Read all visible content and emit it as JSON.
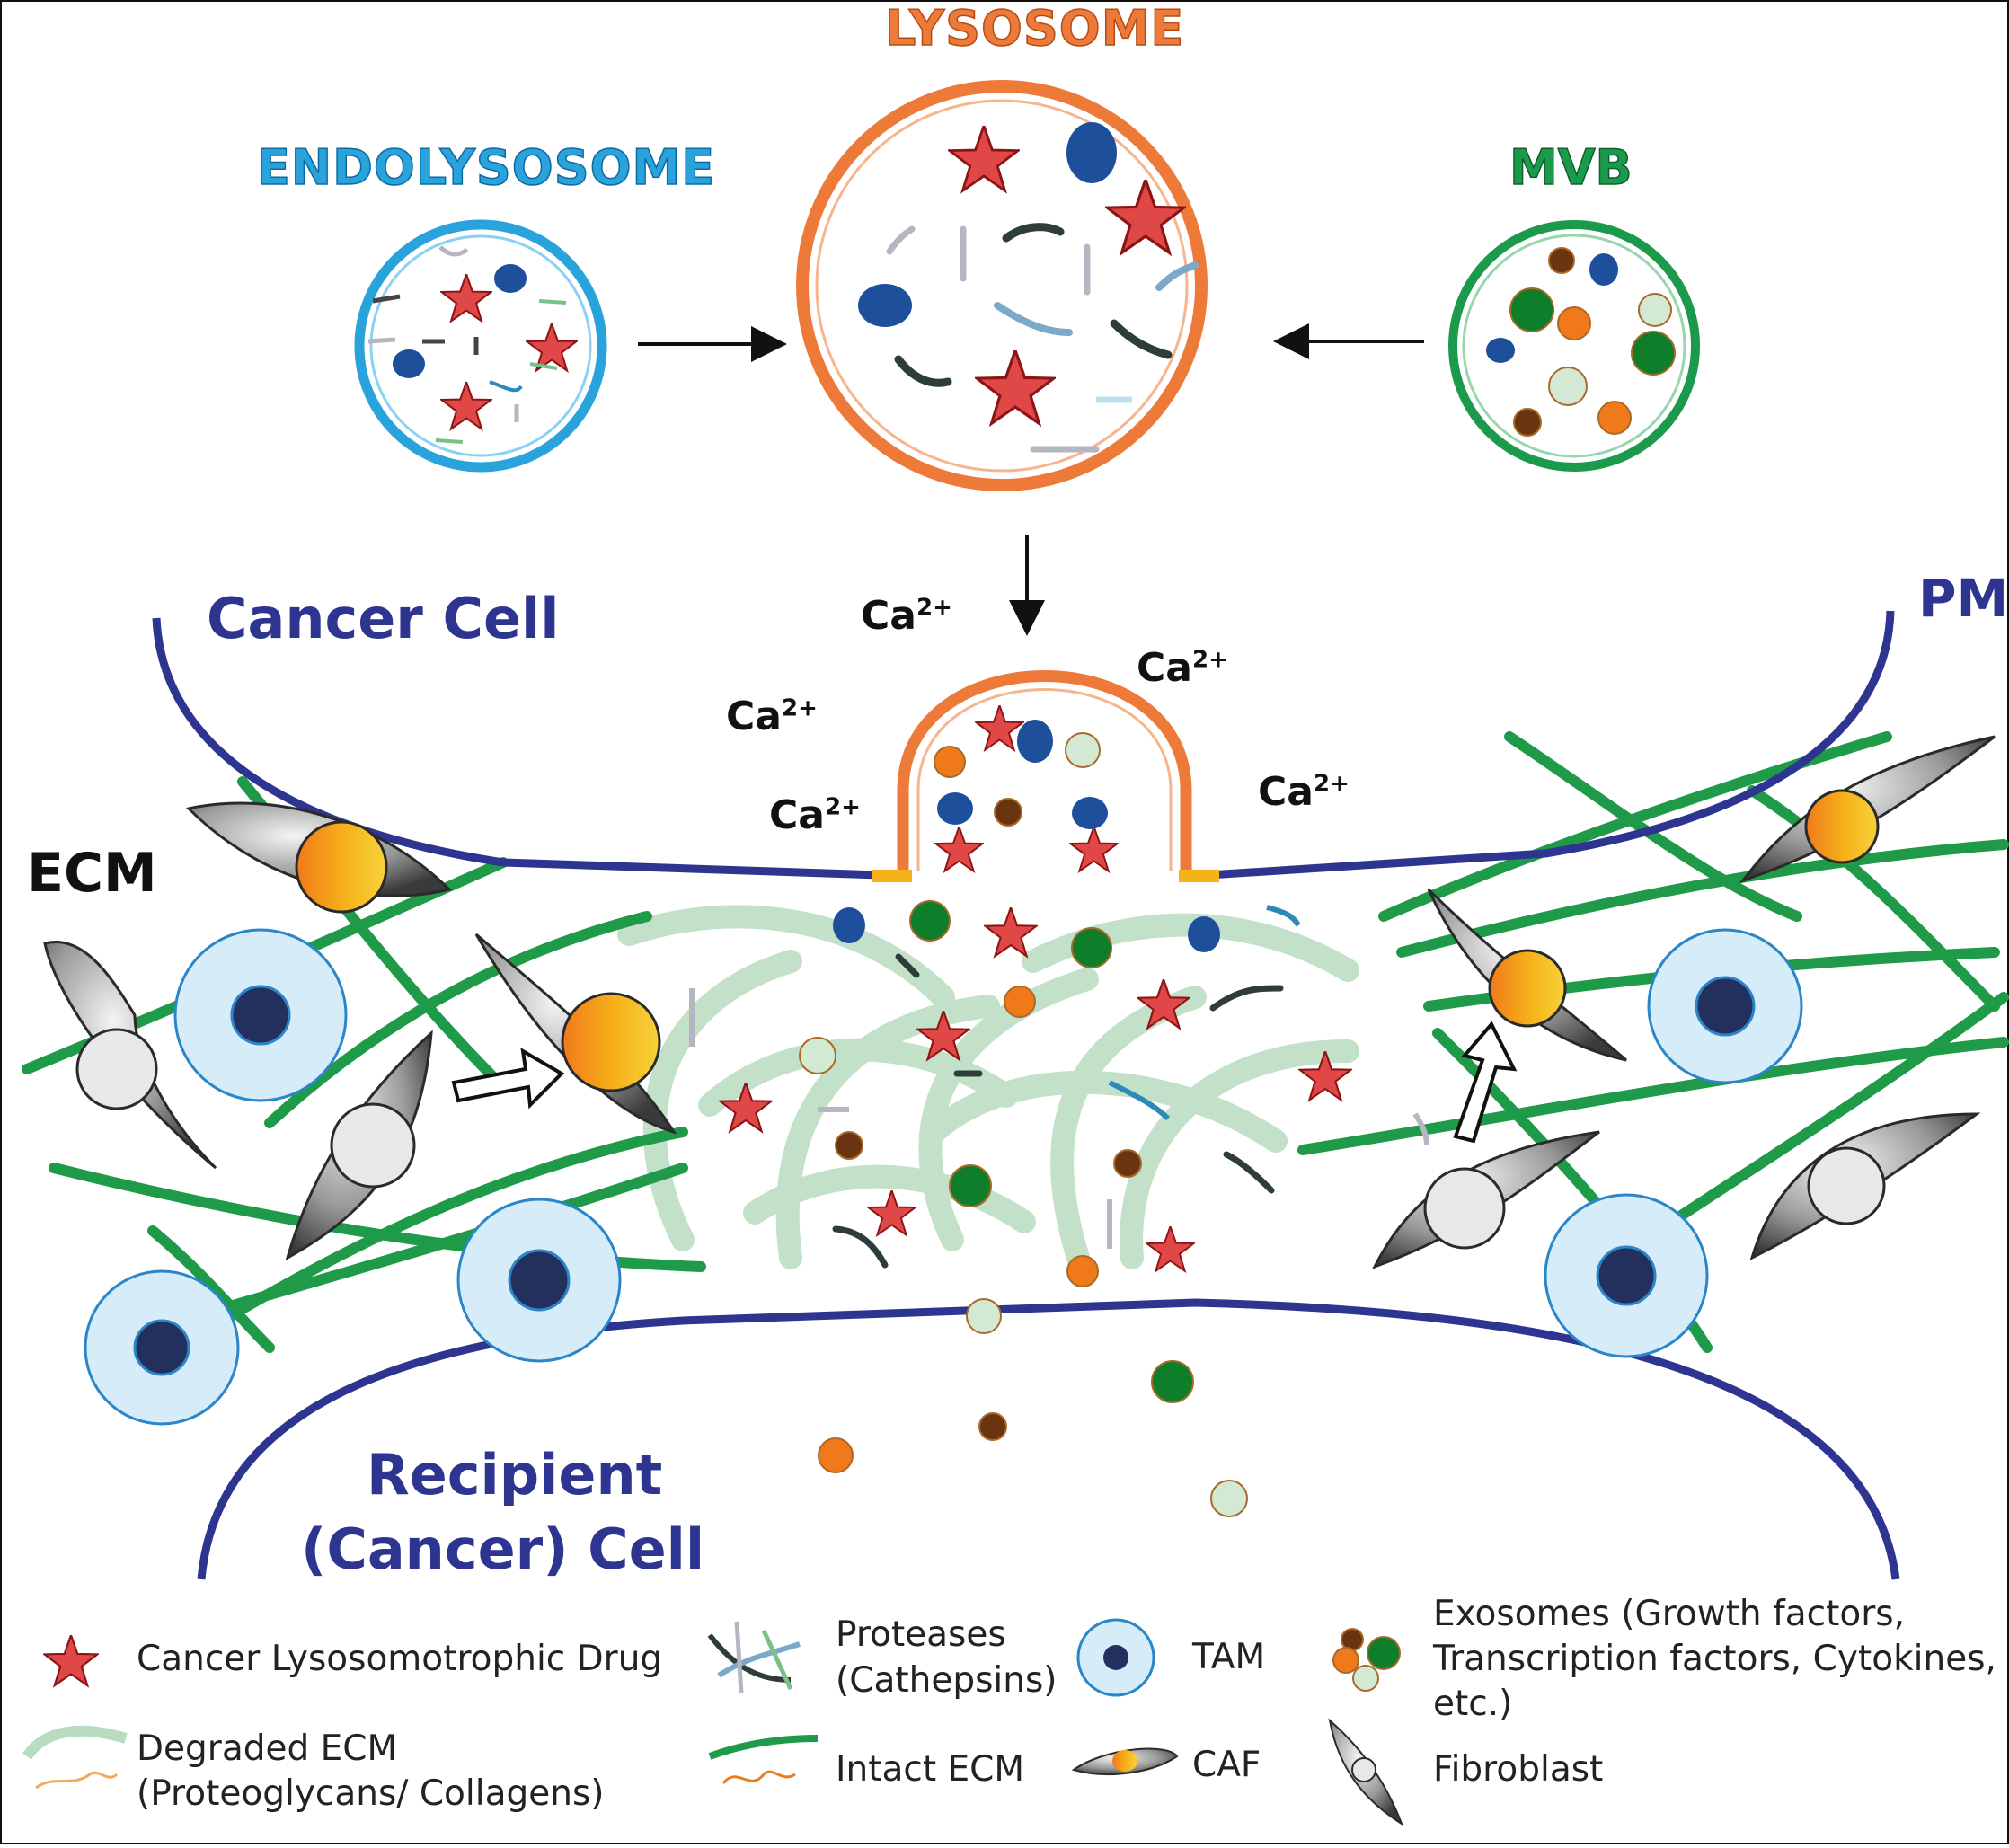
{
  "organelles": {
    "endolysosome": "ENDOLYSOSOME",
    "lysosome": "LYSOSOME",
    "mvb": "MVB"
  },
  "regions": {
    "cancer_cell": "Cancer Cell",
    "plasma_membrane": "PM",
    "ecm": "ECM",
    "recipient_line1": "Recipient",
    "recipient_line2": "(Cancer) Cell"
  },
  "ions": {
    "calcium": "Ca",
    "charge": "2+"
  },
  "legend": {
    "drug": "Cancer Lysosomotrophic Drug",
    "proteases_line1": "Proteases",
    "proteases_line2": "(Cathepsins)",
    "tam": "TAM",
    "exosomes_line1": "Exosomes (Growth factors,",
    "exosomes_line2": "Transcription factors, Cytokines,",
    "exosomes_line3": "etc.)",
    "degraded_line1": "Degraded ECM",
    "degraded_line2": "(Proteoglycans/ Collagens)",
    "intact": "Intact ECM",
    "caf": "CAF",
    "fibroblast": "Fibroblast"
  },
  "colors": {
    "membrane": "#2d3590",
    "endolysosome": "#2aa3dc",
    "lysosome": "#ee7a3a",
    "mvb": "#1c9a4c",
    "drug_star": "#e04848",
    "intact_ecm": "#1f9a48",
    "degraded_ecm": "#b9dcc0",
    "tam": "#d6ecf8",
    "exosome_dark": "#6b3410",
    "exosome_green": "#0f7e2a",
    "exosome_orange": "#f07a1a",
    "exosome_pale": "#d3e9d3"
  }
}
